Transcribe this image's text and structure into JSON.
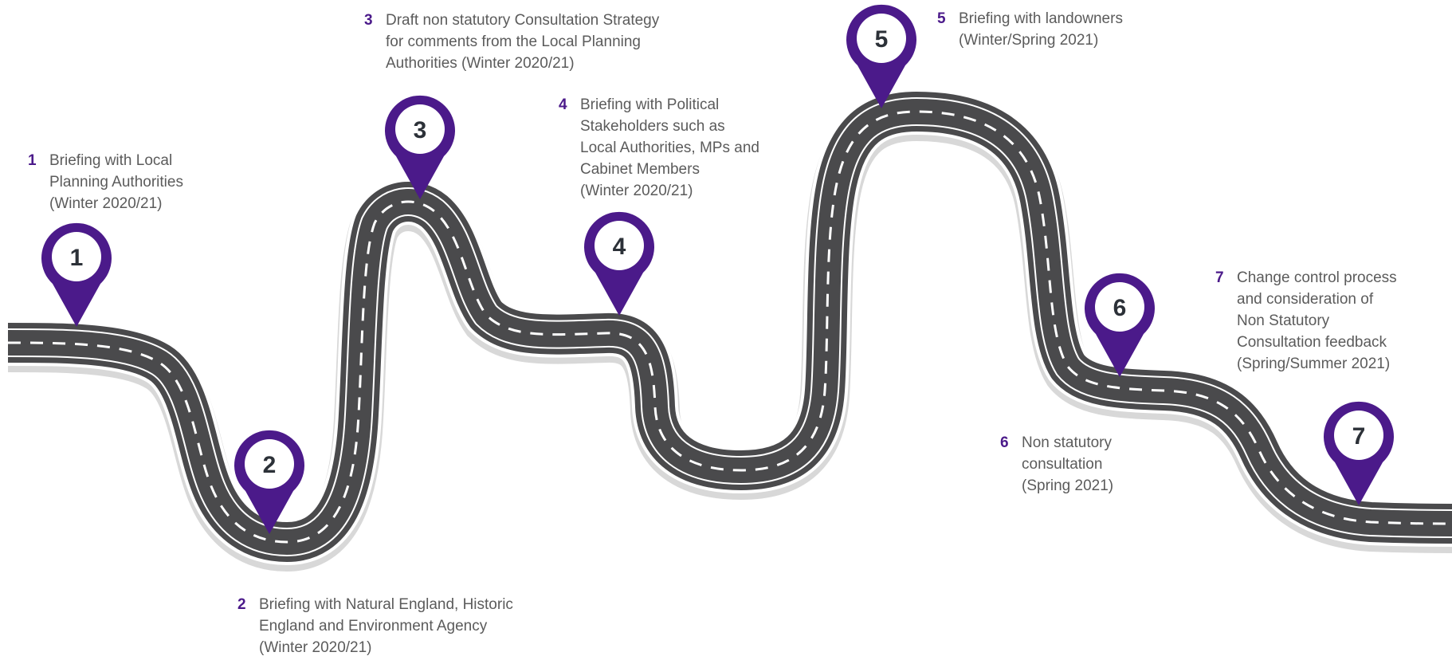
{
  "colors": {
    "road": "#4a4a4c",
    "road_edge": "#ffffff",
    "dash": "#ffffff",
    "pin": "#4b1a8a",
    "pin_inner": "#ffffff",
    "text": "#5b5b5b",
    "number_accent": "#4b1a8a"
  },
  "steps": [
    {
      "number": "1",
      "pin_label": "1",
      "lines": [
        "Briefing with Local",
        "Planning Authorities",
        "(Winter 2020/21)"
      ]
    },
    {
      "number": "2",
      "pin_label": "2",
      "lines": [
        "Briefing with Natural England, Historic",
        "England and Environment Agency",
        "(Winter 2020/21)"
      ]
    },
    {
      "number": "3",
      "pin_label": "3",
      "lines": [
        "Draft non statutory Consultation Strategy",
        "for comments from the Local Planning",
        "Authorities (Winter 2020/21)"
      ]
    },
    {
      "number": "4",
      "pin_label": "4",
      "lines": [
        "Briefing with Political",
        "Stakeholders such as",
        "Local Authorities, MPs and",
        "Cabinet Members",
        "(Winter 2020/21)"
      ]
    },
    {
      "number": "5",
      "pin_label": "5",
      "lines": [
        "Briefing with landowners",
        "(Winter/Spring 2021)"
      ]
    },
    {
      "number": "6",
      "pin_label": "6",
      "lines": [
        "Non statutory",
        "consultation",
        "(Spring 2021)"
      ]
    },
    {
      "number": "7",
      "pin_label": "7",
      "lines": [
        "Change control process",
        "and consideration of",
        "Non Statutory",
        "Consultation feedback",
        "(Spring/Summer 2021)"
      ]
    }
  ]
}
